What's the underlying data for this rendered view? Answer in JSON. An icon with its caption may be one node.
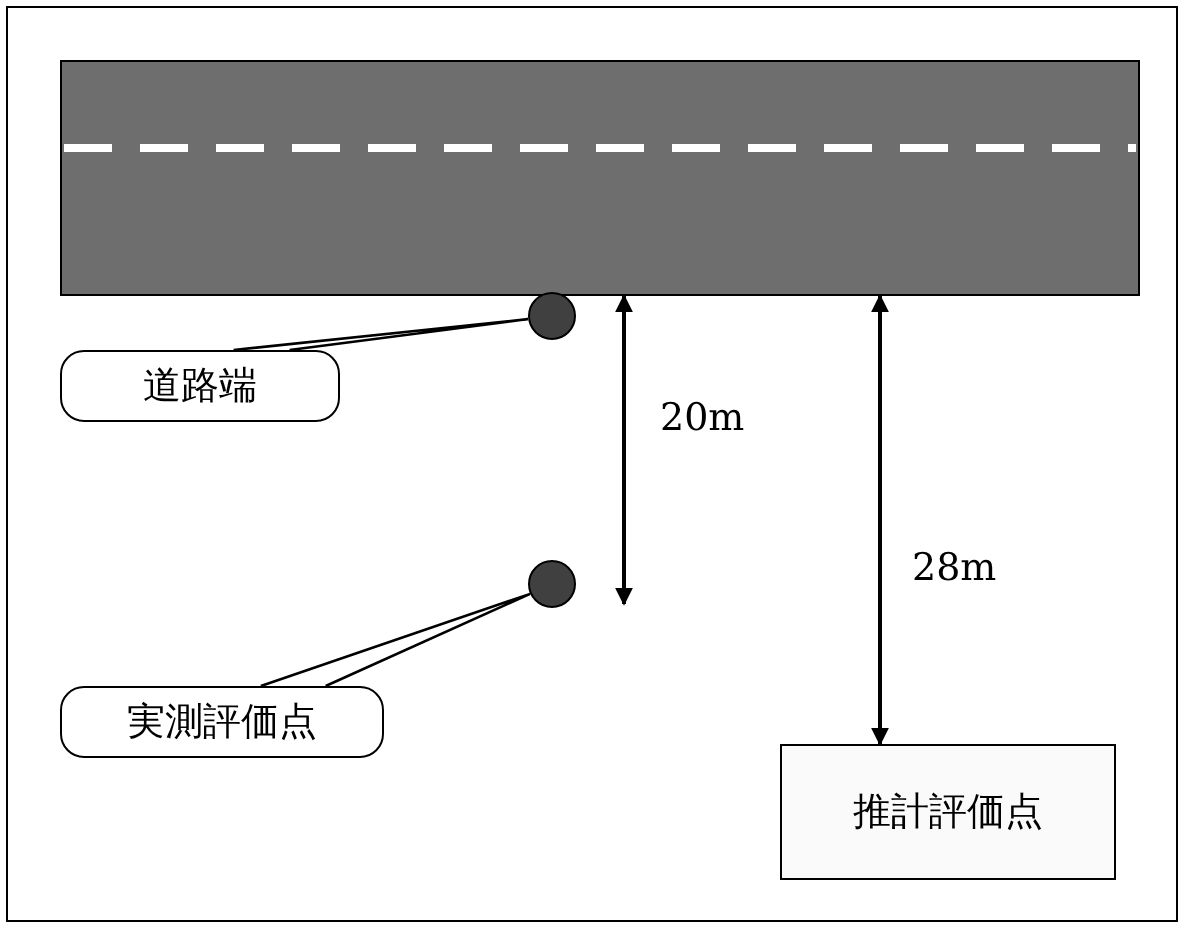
{
  "diagram": {
    "nodes": [
      {
        "text": [],
        "shape": "box"
      },
      {
        "text": [],
        "shape": "circle"
      },
      {
        "text": [],
        "shape": "circle"
      },
      {
        "text": [
          "道路端"
        ]
      },
      {
        "text": [
          "実測評価点"
        ]
      },
      {
        "text": [
          "推計評価点"
        ]
      }
    ],
    "edges": [
      {
        "from": 3,
        "to": 1,
        "arrow": "none"
      },
      {
        "from": 4,
        "to": 2,
        "arrow": "none"
      },
      {
        "from": 0,
        "to": 2,
        "arrow": "both",
        "label": "20m"
      },
      {
        "from": 0,
        "to": 5,
        "arrow": "both",
        "label": "28m"
      }
    ]
  }
}
